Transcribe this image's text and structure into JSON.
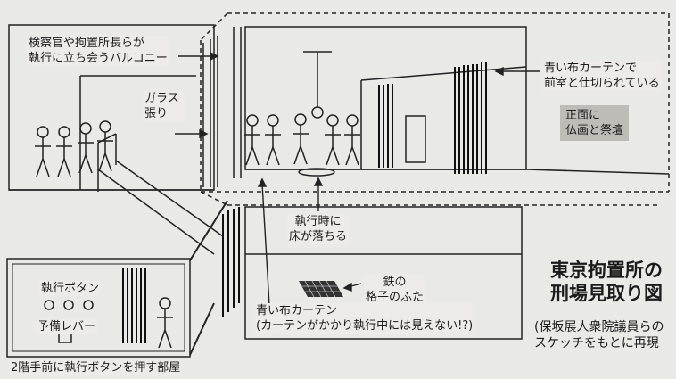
{
  "title": [
    "東京拘置所の",
    "刑場見取り図"
  ],
  "source": [
    "(保坂展人衆院議員らの",
    "スケッチをもとに再現"
  ],
  "labels": {
    "balcony": [
      "検察官や拘置所長らが",
      "執行に立ち会うバルコニー"
    ],
    "glass": [
      "ガラス",
      "張り"
    ],
    "curtain_top": [
      "青い布カーテンで",
      "前室と仕切られている"
    ],
    "altar": [
      "正面に",
      "仏画と祭壇"
    ],
    "floor_drop": [
      "執行時に",
      "床が落ちる"
    ],
    "grate": [
      "鉄の",
      "格子のふた"
    ],
    "curtain_bottom": [
      "青い布カーテン",
      "(カーテンがかかり執行中には見えない!?)"
    ],
    "button": [
      "執行ボタン"
    ],
    "lever": [
      "予備レバー"
    ],
    "button_room": "2階手前に執行ボタンを押す部屋"
  }
}
